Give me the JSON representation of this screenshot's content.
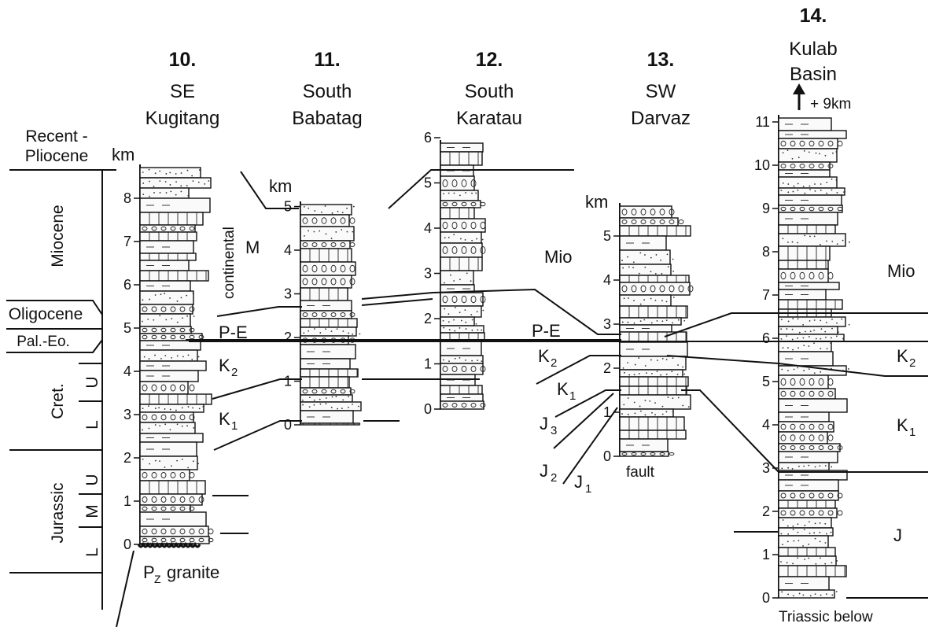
{
  "columns": [
    {
      "num": "10.",
      "name1": "SE",
      "name2": "Kugitang",
      "unit": "km",
      "ticks": [
        "0",
        "1",
        "2",
        "3",
        "4",
        "5",
        "6",
        "7",
        "8"
      ],
      "labels": {
        "M": "M",
        "continental": "continental",
        "PE": "P-E",
        "K2": "K",
        "K2sub": "2",
        "K1": "K",
        "K1sub": "1",
        "base": "granite",
        "baseP": "P",
        "basePsub": "Z"
      }
    },
    {
      "num": "11.",
      "name1": "South",
      "name2": "Babatag",
      "unit": "km",
      "ticks": [
        "0",
        "1",
        "2",
        "3",
        "4",
        "5"
      ]
    },
    {
      "num": "12.",
      "name1": "South",
      "name2": "Karatau",
      "ticks": [
        "0",
        "1",
        "2",
        "3",
        "4",
        "5",
        "6"
      ],
      "labels": {
        "Mio": "Mio",
        "PE": "P-E",
        "K2": "K",
        "K2sub": "2",
        "K1": "K",
        "K1sub": "1"
      }
    },
    {
      "num": "13.",
      "name1": "SW",
      "name2": "Darvaz",
      "unit": "km",
      "ticks": [
        "0",
        "1",
        "2",
        "3",
        "4",
        "5"
      ],
      "labels": {
        "J3": "J",
        "J3sub": "3",
        "J2": "J",
        "J2sub": "2",
        "J1": "J",
        "J1sub": "1",
        "fault": "fault"
      }
    },
    {
      "num": "14.",
      "name1": "Kulab",
      "name2": "Basin",
      "offset": "+ 9km",
      "ticks": [
        "0",
        "1",
        "2",
        "3",
        "4",
        "5",
        "6",
        "7",
        "8",
        "9",
        "10",
        "11"
      ],
      "labels": {
        "Mio": "Mio",
        "K2": "K",
        "K2sub": "2",
        "K1": "K",
        "K1sub": "1",
        "J": "J",
        "bottom": "Triassic below"
      }
    }
  ],
  "epochs": {
    "recent1": "Recent -",
    "recent2": "Pliocene",
    "miocene": "Miocene",
    "oligocene": "Oligocene",
    "paleo": "Pal.-Eo.",
    "cret": "Cret.",
    "cretU": "U",
    "cretL": "L",
    "jurassic": "Jurassic",
    "jurU": "U",
    "jurM": "M",
    "jurL": "L"
  }
}
